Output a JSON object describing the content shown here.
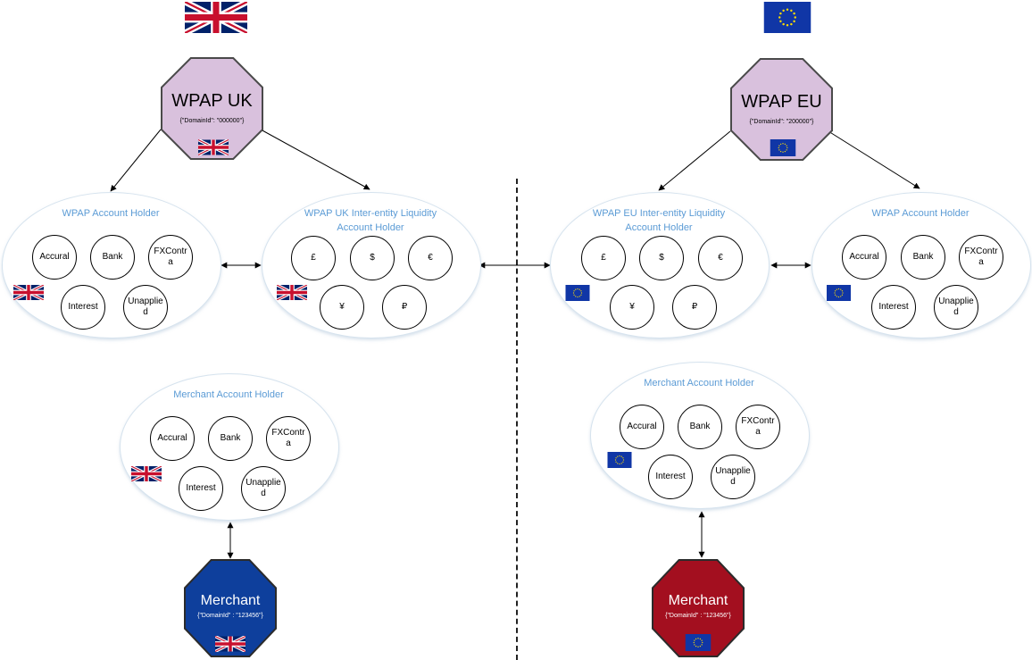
{
  "uk": {
    "top": {
      "title": "WPAP UK",
      "domain": "{\"DomainId\": \"000000\"}",
      "fill": "#d9c1dd"
    },
    "account_holder": {
      "title": "WPAP Account Holder",
      "accounts": [
        "Accural",
        "Bank",
        "FXContra",
        "Interest",
        "Unapplied"
      ]
    },
    "liquidity_holder": {
      "title_line1": "WPAP UK Inter-entity Liquidity",
      "title_line2": "Account Holder",
      "currencies": [
        "£",
        "$",
        "€",
        "¥",
        "₽"
      ]
    },
    "merchant_holder": {
      "title": "Merchant Account Holder",
      "accounts": [
        "Accural",
        "Bank",
        "FXContra",
        "Interest",
        "Unapplied"
      ]
    },
    "merchant": {
      "title": "Merchant",
      "domain": "{\"DomainId\" : \"123456\"}",
      "fill": "#0e3f9c"
    }
  },
  "eu": {
    "top": {
      "title": "WPAP EU",
      "domain": "{\"DomainId\": \"200000\"}",
      "fill": "#d9c1dd"
    },
    "liquidity_holder": {
      "title_line1": "WPAP EU Inter-entity Liquidity",
      "title_line2": "Account Holder",
      "currencies": [
        "£",
        "$",
        "€",
        "¥",
        "₽"
      ]
    },
    "account_holder": {
      "title": "WPAP Account Holder",
      "accounts": [
        "Accural",
        "Bank",
        "FXContra",
        "Interest",
        "Unapplied"
      ]
    },
    "merchant_holder": {
      "title": "Merchant Account Holder",
      "accounts": [
        "Accural",
        "Bank",
        "FXContra",
        "Interest",
        "Unapplied"
      ]
    },
    "merchant": {
      "title": "Merchant",
      "domain": "{\"DomainId\" : \"123456\"}",
      "fill": "#a30f1f"
    }
  },
  "colors": {
    "holder_title": "#5b9bd5",
    "uk_blue": "#012169",
    "uk_red": "#c8102e",
    "eu_blue": "#1036a6",
    "eu_star": "#ffdd00"
  }
}
